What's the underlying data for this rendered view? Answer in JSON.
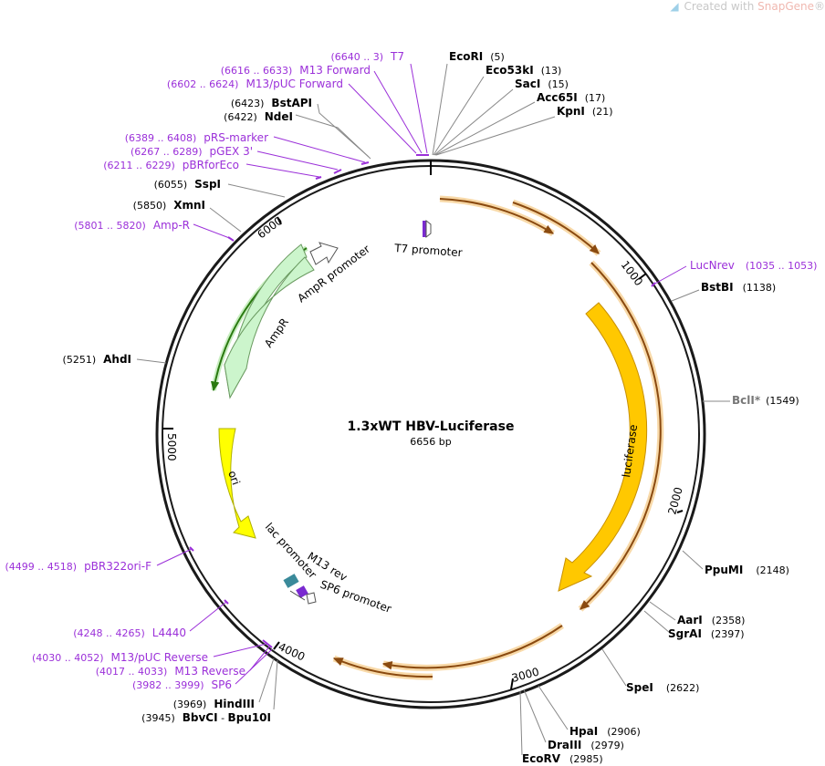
{
  "watermark": {
    "prefix": "Created with ",
    "brand": "SnapGene",
    "mark": "®"
  },
  "plasmid": {
    "name": "1.3xWT HBV-Luciferase",
    "length": "6656 bp",
    "total_bp": 6656
  },
  "ticks": [
    {
      "label": "1000",
      "bp": 1000
    },
    {
      "label": "2000",
      "bp": 2000
    },
    {
      "label": "3000",
      "bp": 3000
    },
    {
      "label": "4000",
      "bp": 4000
    },
    {
      "label": "5000",
      "bp": 5000
    },
    {
      "label": "6000",
      "bp": 6000
    }
  ],
  "enzymes": [
    {
      "name": "EcoRI",
      "pos": "(5)"
    },
    {
      "name": "Eco53kI",
      "pos": "(13)"
    },
    {
      "name": "SacI",
      "pos": "(15)"
    },
    {
      "name": "Acc65I",
      "pos": "(17)"
    },
    {
      "name": "KpnI",
      "pos": "(21)"
    },
    {
      "name": "BstBI",
      "pos": "(1138)"
    },
    {
      "name": "BclI",
      "star": "*",
      "pos": "(1549)"
    },
    {
      "name": "PpuMI",
      "pos": "(2148)"
    },
    {
      "name": "AarI",
      "pos": "(2358)"
    },
    {
      "name": "SgrAI",
      "pos": "(2397)"
    },
    {
      "name": "SpeI",
      "pos": "(2622)"
    },
    {
      "name": "HpaI",
      "pos": "(2906)"
    },
    {
      "name": "DraIII",
      "pos": "(2979)"
    },
    {
      "name": "EcoRV",
      "pos": "(2985)"
    },
    {
      "name": "HindIII",
      "pos": "(3969)"
    },
    {
      "name": "BbvCI",
      "sep": " - ",
      "name2": "Bpu10I",
      "pos": "(3945)"
    },
    {
      "name": "AhdI",
      "pos": "(5251)"
    },
    {
      "name": "XmnI",
      "pos": "(5850)"
    },
    {
      "name": "SspI",
      "pos": "(6055)"
    },
    {
      "name": "NdeI",
      "pos": "(6422)"
    },
    {
      "name": "BstAPI",
      "pos": "(6423)"
    }
  ],
  "primers": [
    {
      "name": "T7",
      "pos": "(6640 .. 3)"
    },
    {
      "name": "M13 Forward",
      "pos": "(6616 .. 6633)"
    },
    {
      "name": "M13/pUC Forward",
      "pos": "(6602 .. 6624)"
    },
    {
      "name": "pRS-marker",
      "pos": "(6389 .. 6408)"
    },
    {
      "name": "pGEX 3'",
      "pos": "(6267 .. 6289)"
    },
    {
      "name": "pBRforEco",
      "pos": "(6211 .. 6229)"
    },
    {
      "name": "Amp-R",
      "pos": "(5801 .. 5820)"
    },
    {
      "name": "LucNrev",
      "pos": "(1035 .. 1053)"
    },
    {
      "name": "pBR322ori-F",
      "pos": "(4499 .. 4518)"
    },
    {
      "name": "L4440",
      "pos": "(4248 .. 4265)"
    },
    {
      "name": "M13/pUC Reverse",
      "pos": "(4030 .. 4052)"
    },
    {
      "name": "M13 Reverse",
      "pos": "(4017 .. 4033)"
    },
    {
      "name": "SP6",
      "pos": "(3982 .. 3999)"
    }
  ],
  "features": [
    {
      "name": "luciferase",
      "color": "#ffc800"
    },
    {
      "name": "ori",
      "color": "#ffff00"
    },
    {
      "name": "AmpR",
      "color": "#ccf5cc"
    },
    {
      "name": "AmpR promoter",
      "color": "#ffffff"
    },
    {
      "name": "T7 promoter",
      "color": "#ffffff"
    },
    {
      "name": "lac promoter",
      "color": "#ffffff"
    },
    {
      "name": "M13 rev",
      "color": "#ffffff"
    },
    {
      "name": "SP6 promoter",
      "color": "#ffffff"
    }
  ],
  "colors": {
    "backbone": "#1a1a1a",
    "primer": "#9b30d9",
    "orf_orange": "#f0a030",
    "orf_fill": "#c8782a",
    "ampr_outline": "#4a9a20",
    "site_line": "#888888"
  }
}
